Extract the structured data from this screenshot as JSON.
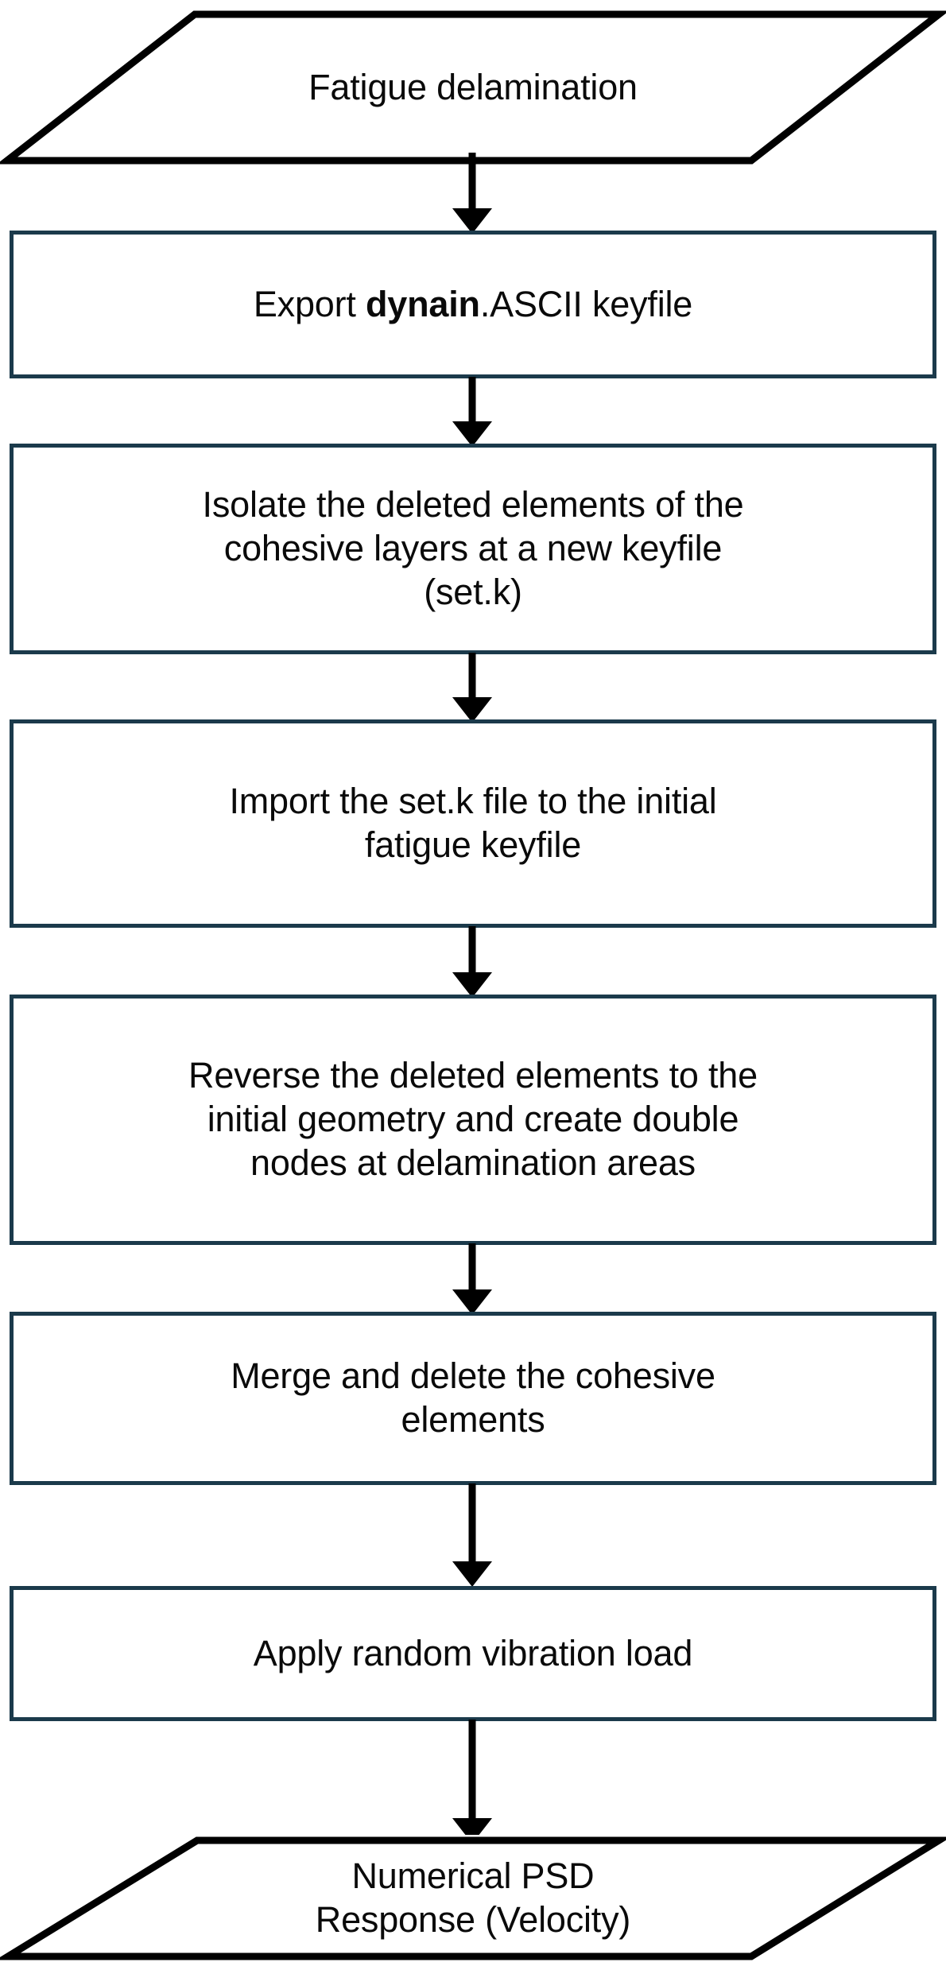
{
  "diagram": {
    "title": "Fatigue delamination to numerical PSD response workflow",
    "orientation": "top-to-bottom",
    "border_color": "#1b3a4b",
    "line_color": "#000000",
    "background_color": "#ffffff",
    "nodes": [
      {
        "id": "start",
        "shape": "parallelogram",
        "text": "Fatigue delamination",
        "lines": [
          "Fatigue delamination"
        ]
      },
      {
        "id": "export",
        "shape": "rectangle",
        "text": "Export dynain.ASCII keyfile",
        "lines": [
          "Export dynain.ASCII keyfile"
        ],
        "bold_segment": "dynain",
        "prefix": "Export ",
        "suffix": ".ASCII keyfile"
      },
      {
        "id": "isolate",
        "shape": "rectangle",
        "text": "Isolate the deleted elements of the cohesive layers at a new keyfile (set.k)",
        "lines": [
          "Isolate the deleted elements of the",
          "cohesive layers at a new keyfile",
          "(set.k)"
        ]
      },
      {
        "id": "import",
        "shape": "rectangle",
        "text": "Import the set.k file to the initial fatigue keyfile",
        "lines": [
          "Import the set.k file to the initial",
          "fatigue keyfile"
        ]
      },
      {
        "id": "reverse",
        "shape": "rectangle",
        "text": "Reverse the deleted elements to the initial geometry and create double nodes at delamination areas",
        "lines": [
          "Reverse the deleted elements to the",
          "initial geometry and create double",
          "nodes at delamination areas"
        ]
      },
      {
        "id": "merge",
        "shape": "rectangle",
        "text": "Merge and delete the cohesive elements",
        "lines": [
          "Merge and delete the cohesive",
          "elements"
        ]
      },
      {
        "id": "apply-load",
        "shape": "rectangle",
        "text": "Apply random vibration load",
        "lines": [
          "Apply random vibration load"
        ]
      },
      {
        "id": "end",
        "shape": "parallelogram",
        "text": "Numerical PSD Response (Velocity)",
        "lines": [
          "Numerical PSD",
          "Response (Velocity)"
        ]
      }
    ],
    "edges": [
      {
        "from": "start",
        "to": "export",
        "arrow": "down-arrow"
      },
      {
        "from": "export",
        "to": "isolate",
        "arrow": "down-arrow"
      },
      {
        "from": "isolate",
        "to": "import",
        "arrow": "down-arrow"
      },
      {
        "from": "import",
        "to": "reverse",
        "arrow": "down-arrow"
      },
      {
        "from": "reverse",
        "to": "merge",
        "arrow": "down-arrow"
      },
      {
        "from": "merge",
        "to": "apply-load",
        "arrow": "down-arrow"
      },
      {
        "from": "apply-load",
        "to": "end",
        "arrow": "down-arrow"
      }
    ]
  }
}
